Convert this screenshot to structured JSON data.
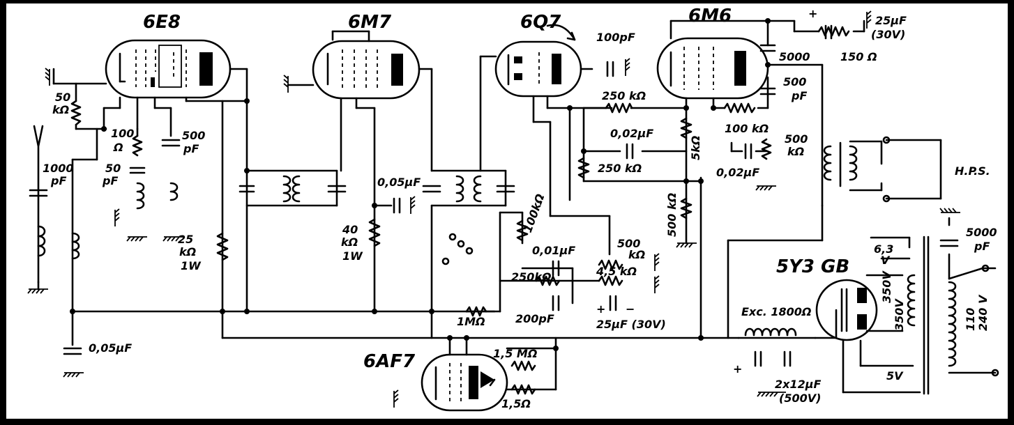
{
  "tubes": {
    "t1": "6E8",
    "t2": "6M7",
    "t3": "6Q7",
    "t4": "6M6",
    "t5": "6AF7",
    "t6": "5Y3 GB"
  },
  "labels": {
    "r50k_a": "50",
    "r50k_b": "kΩ",
    "c1000_a": "1000",
    "c1000_b": "pF",
    "r100_a": "100",
    "r100_b": "Ω",
    "c50_a": "50",
    "c50_b": "pF",
    "c500_a": "500",
    "c500_b": "pF",
    "r25k_a": "25",
    "r25k_b": "kΩ",
    "r25k_c": "1W",
    "c005_bottom": "0,05μF",
    "c005_mid": "0,05μF",
    "r40k_a": "40",
    "r40k_b": "kΩ",
    "r40k_c": "1W",
    "c100pf": "100pF",
    "r250k_top": "250 kΩ",
    "c002_a": "0,02μF",
    "r250k_mid": "250 kΩ",
    "r5k": "5kΩ",
    "r100k_6m6": "100 kΩ",
    "c002_b": "0,02μF",
    "pot500k_6m6_a": "500",
    "pot500k_6m6_b": "kΩ",
    "c25_top_a": "25μF",
    "c25_top_b": "(30V)",
    "r150": "150 Ω",
    "c5000_top": "5000",
    "c500pf_6m6_a": "500",
    "c500pf_6m6_b": "pF",
    "r100k_6q7": "100kΩ",
    "c001": "0,01μF",
    "pot500k_mid_a": "500",
    "pot500k_mid_b": "kΩ",
    "r250k_bot": "250kΩ",
    "r45k": "4,5 kΩ",
    "c200pf": "200pF",
    "c25_bot": "25μF (30V)",
    "r1m": "1MΩ",
    "r500k_vert": "500 kΩ",
    "hps": "H.P.S.",
    "c5000_main_a": "5000",
    "c5000_main_b": "pF",
    "v63": "6,3",
    "v63_b": "V",
    "v350": "350V",
    "v350b": "350V",
    "v5": "5V",
    "mains_a": "110",
    "mains_b": "240 V",
    "exc": "Exc. 1800Ω",
    "c2x12_a": "2x12μF",
    "c2x12_b": "(500V)",
    "r15m": "1,5 MΩ",
    "r15": "1,5Ω",
    "plus": "+",
    "minus": "−"
  }
}
